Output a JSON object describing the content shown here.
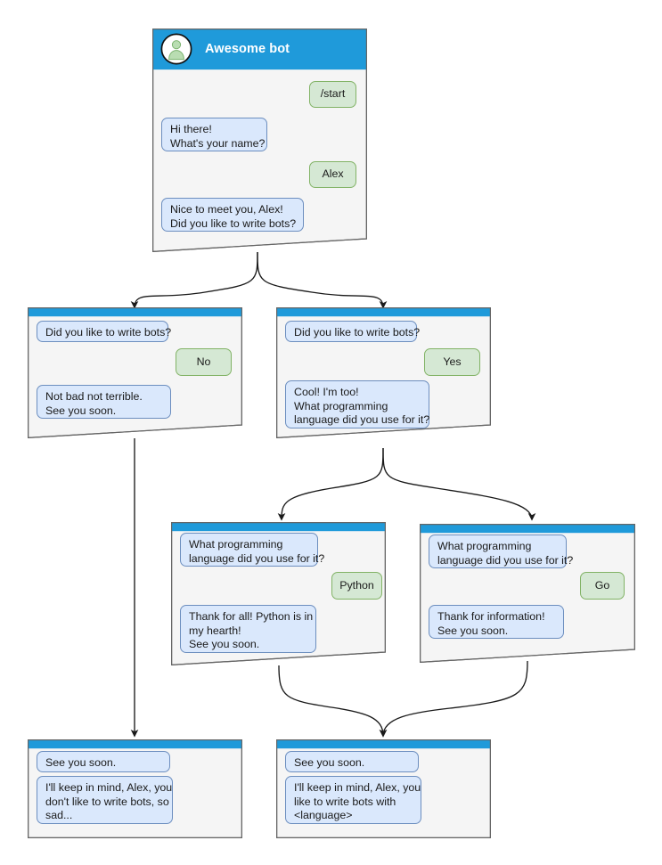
{
  "diagram": {
    "title": "Awesome bot conversation flow",
    "colors": {
      "header_blue": "#1f9ada",
      "card_bg": "#f5f5f5",
      "card_border": "#666666",
      "bot_bubble_fill": "#dae8fc",
      "bot_bubble_border": "#6c8ebf",
      "user_bubble_fill": "#d5e8d4",
      "user_bubble_border": "#82b366",
      "connector": "#1a1a1a",
      "avatar_person": "#a8d4a0"
    }
  },
  "nodes": {
    "root": {
      "id": "root",
      "header_title": "Awesome bot",
      "avatar_icon": "person-avatar-icon",
      "messages": [
        {
          "role": "user",
          "text": "/start"
        },
        {
          "role": "bot",
          "text": "Hi there!\nWhat's your name?"
        },
        {
          "role": "user",
          "text": "Alex"
        },
        {
          "role": "bot",
          "text": "Nice to meet you, Alex!\nDid you like to write bots?"
        }
      ]
    },
    "no_branch": {
      "id": "no_branch",
      "messages": [
        {
          "role": "bot",
          "text": "Did you like to write bots?"
        },
        {
          "role": "user",
          "text": "No"
        },
        {
          "role": "bot",
          "text": "Not bad not terrible.\nSee you soon."
        }
      ]
    },
    "yes_branch": {
      "id": "yes_branch",
      "messages": [
        {
          "role": "bot",
          "text": "Did you like to write bots?"
        },
        {
          "role": "user",
          "text": "Yes"
        },
        {
          "role": "bot",
          "text": "Cool! I'm too!\nWhat programming\nlanguage did you use for it?"
        }
      ]
    },
    "python_branch": {
      "id": "python_branch",
      "messages": [
        {
          "role": "bot",
          "text": "What programming\nlanguage did you use for it?"
        },
        {
          "role": "user",
          "text": "Python"
        },
        {
          "role": "bot",
          "text": "Thank for all! Python is in\nmy hearth!\nSee you soon."
        }
      ]
    },
    "go_branch": {
      "id": "go_branch",
      "messages": [
        {
          "role": "bot",
          "text": "What programming\nlanguage did you use for it?"
        },
        {
          "role": "user",
          "text": "Go"
        },
        {
          "role": "bot",
          "text": "Thank for information!\nSee you soon."
        }
      ]
    },
    "end_sad": {
      "id": "end_sad",
      "messages": [
        {
          "role": "bot",
          "text": "See you soon."
        },
        {
          "role": "bot",
          "text": "I'll keep in mind, Alex, you\ndon't like to write bots, so\nsad..."
        }
      ]
    },
    "end_happy": {
      "id": "end_happy",
      "messages": [
        {
          "role": "bot",
          "text": "See you soon."
        },
        {
          "role": "bot",
          "text": "I'll keep in mind, Alex, you\nlike to write bots with\n<language>"
        }
      ]
    }
  }
}
